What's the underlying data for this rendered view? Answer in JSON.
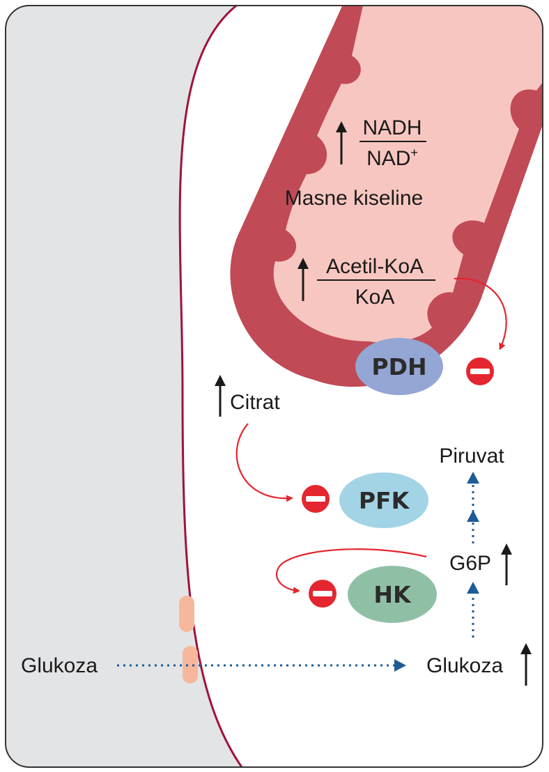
{
  "mitochondrion": {
    "nadh_ratio": {
      "numerator": "NADH",
      "denominator": "NAD",
      "denominator_sup": "+"
    },
    "fatty_acids_label": "Masne kiseline",
    "acetylcoa_ratio": {
      "numerator": "Acetil-KoA",
      "denominator": "KoA"
    }
  },
  "enzymes": {
    "pdh": "PDH",
    "pfk": "PFK",
    "hk": "HK"
  },
  "metabolites": {
    "citrate": "Citrat",
    "pyruvate": "Piruvat",
    "g6p": "G6P",
    "glucose_outside": "Glukoza",
    "glucose_inside": "Glukoza"
  },
  "colors": {
    "extracellular": "#e3e4e6",
    "membrane": "#a0123a",
    "mito_outer": "#c04a55",
    "mito_matrix": "#f8c6c0",
    "pdh": "#93a6d4",
    "pfk": "#a3d4e6",
    "hk": "#8fc0a5",
    "inhibition": "#e3262f",
    "flux": "#1e5b96",
    "transporter": "#f6b79d"
  }
}
